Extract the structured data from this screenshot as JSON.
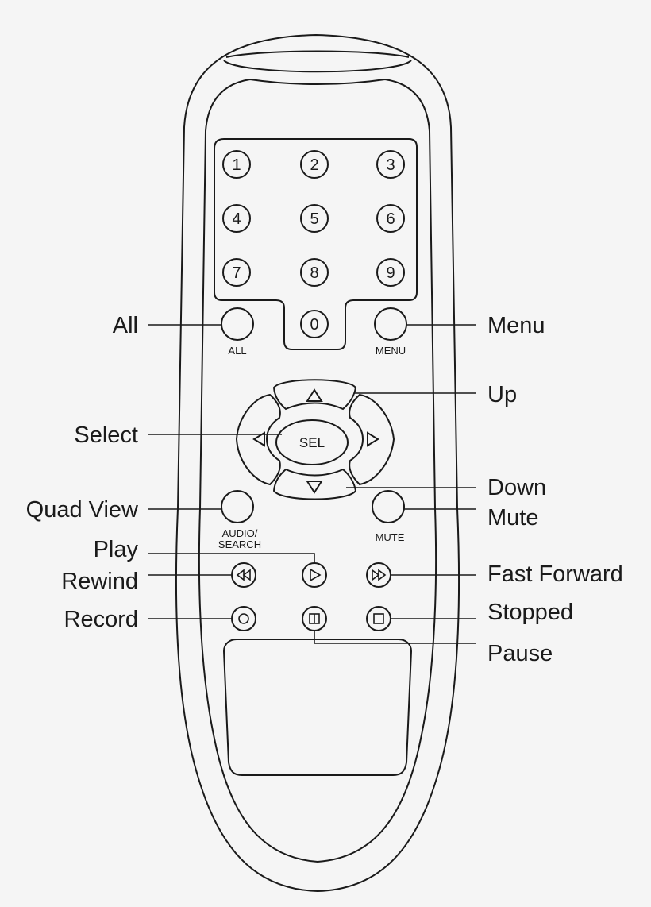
{
  "keypad": {
    "digits": [
      "1",
      "2",
      "3",
      "4",
      "5",
      "6",
      "7",
      "8",
      "9",
      "0"
    ]
  },
  "buttons": {
    "all": "ALL",
    "menu": "MENU",
    "select": "SEL",
    "audio_search_line1": "AUDIO/",
    "audio_search_line2": "SEARCH",
    "mute": "MUTE"
  },
  "callouts": {
    "all": "All",
    "menu": "Menu",
    "up": "Up",
    "select": "Select",
    "down": "Down",
    "quad_view": "Quad View",
    "mute": "Mute",
    "play": "Play",
    "rewind": "Rewind",
    "fast_forward": "Fast Forward",
    "record": "Record",
    "stopped": "Stopped",
    "pause": "Pause"
  }
}
